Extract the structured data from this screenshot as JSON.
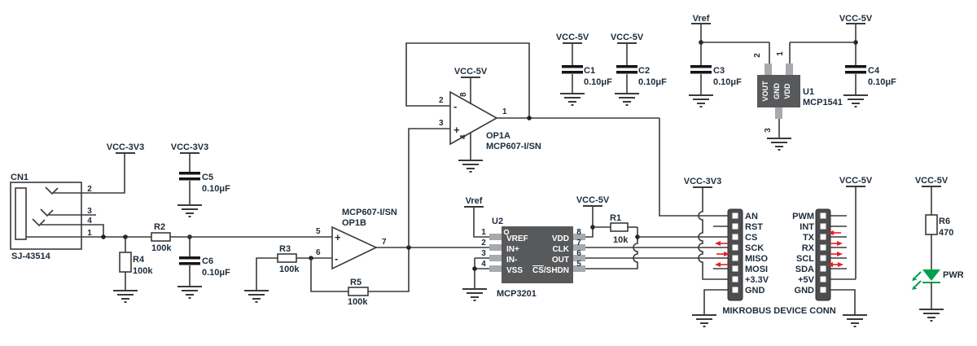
{
  "power": {
    "vcc_3v3": "VCC-3V3",
    "vcc_5v": "VCC-5V",
    "vref": "Vref"
  },
  "connector": {
    "ref": "CN1",
    "part": "SJ-43514",
    "pin2": "2",
    "pin3": "3",
    "pin4": "4",
    "pin1": "1"
  },
  "resistors": {
    "r1": {
      "ref": "R1",
      "value": "10k"
    },
    "r2": {
      "ref": "R2",
      "value": "100k"
    },
    "r3": {
      "ref": "R3",
      "value": "100k"
    },
    "r4": {
      "ref": "R4",
      "value": "100k"
    },
    "r5": {
      "ref": "R5",
      "value": "100k"
    },
    "r6": {
      "ref": "R6",
      "value": "470"
    }
  },
  "capacitors": {
    "c1": {
      "ref": "C1",
      "value": "0.10μF"
    },
    "c2": {
      "ref": "C2",
      "value": "0.10μF"
    },
    "c3": {
      "ref": "C3",
      "value": "0.10μF"
    },
    "c4": {
      "ref": "C4",
      "value": "0.10μF"
    },
    "c5": {
      "ref": "C5",
      "value": "0.10μF"
    },
    "c6": {
      "ref": "C6",
      "value": "0.10μF"
    }
  },
  "opamp_a": {
    "ref": "OP1A",
    "part": "MCP607-I/SN",
    "plus": "+",
    "minus": "-",
    "pin_inv": "2",
    "pin_nin": "3",
    "pin_out": "1",
    "pin_v": "8",
    "pin_g": "4"
  },
  "opamp_b": {
    "ref": "OP1B",
    "part": "MCP607-I/SN",
    "plus": "+",
    "minus": "-",
    "pin_nin": "5",
    "pin_inv": "6",
    "pin_out": "7"
  },
  "u1": {
    "ref": "U1",
    "part": "MCP1541",
    "pin_vout": "VOUT",
    "pin_gnd": "GND",
    "pin_vdd": "VDD",
    "num_vout": "2",
    "num_vdd": "1",
    "num_gnd": "3"
  },
  "u2": {
    "ref": "U2",
    "part": "MCP3201",
    "nums_left": [
      "1",
      "2",
      "3",
      "4"
    ],
    "names_left": [
      "VREF",
      "IN+",
      "IN-",
      "VSS"
    ],
    "nums_right": [
      "8",
      "7",
      "6",
      "5"
    ],
    "names_right": [
      "VDD",
      "CLK",
      "OUT"
    ],
    "cs_overline": "CS",
    "cs_rest": "/SHDN"
  },
  "mikrobus": {
    "title": "MIKROBUS DEVICE CONN",
    "left_pins": [
      "AN",
      "RST",
      "CS",
      "SCK",
      "MISO",
      "MOSI",
      "+3.3V",
      "GND"
    ],
    "right_pins": [
      "PWM",
      "INT",
      "TX",
      "RX",
      "SCL",
      "SDA",
      "+5V",
      "GND"
    ]
  },
  "led": {
    "label": "PWR"
  }
}
